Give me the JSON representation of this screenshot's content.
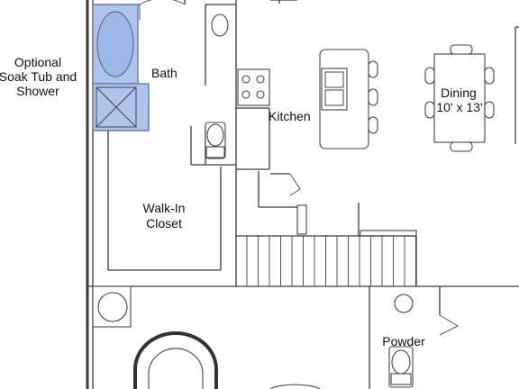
{
  "labels": {
    "optional_tub_line1": "Optional",
    "optional_tub_line2": "Soak Tub and",
    "optional_tub_line3": "Shower",
    "bath": "Bath",
    "kitchen": "Kitchen",
    "dining": "Dining",
    "dining_size": "10' x 13'",
    "walkin_line1": "Walk-In",
    "walkin_line2": "Closet",
    "powder": "Powder"
  },
  "colors": {
    "tub_highlight": "#aec4ea",
    "wall": "#3a3a3a"
  }
}
